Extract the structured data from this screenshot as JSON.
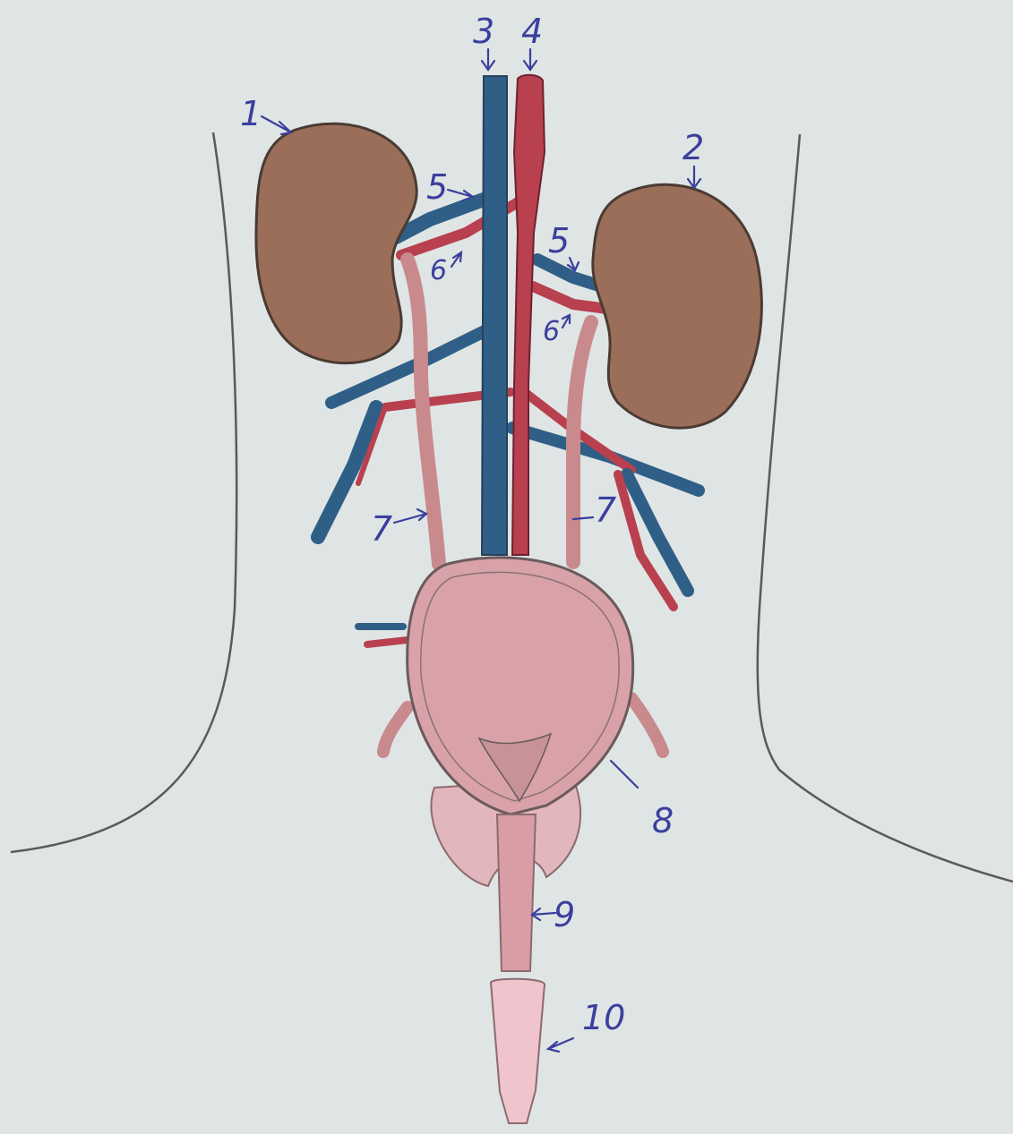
{
  "colors": {
    "paper": "#dfe5e4",
    "kidney": "#9b6e5a",
    "artery": "#b8404f",
    "vein": "#2f5f86",
    "bladder": "#d8a2a8",
    "ureter": "#c98a8e",
    "pencil_outline": "#555555",
    "label_ink": "#3a3f9e"
  },
  "labels": {
    "l1": "1",
    "l2": "2",
    "l3": "3",
    "l4": "4",
    "l5a": "5",
    "l5b": "5",
    "l6a": "6",
    "l6b": "6",
    "l7a": "7",
    "l7b": "7",
    "l8": "8",
    "l9": "9",
    "l10": "10"
  }
}
